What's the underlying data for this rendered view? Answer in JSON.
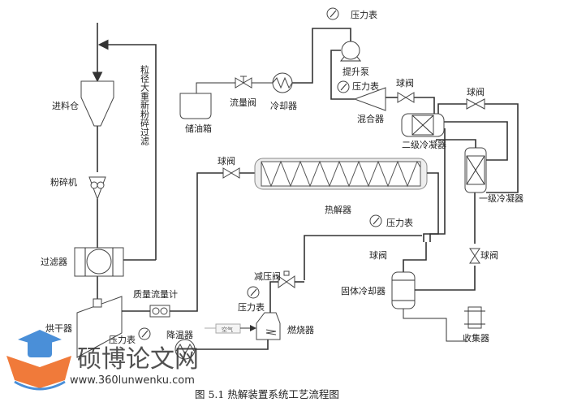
{
  "labels": {
    "feed_bin": "进料仓",
    "crusher": "粉碎机",
    "filter": "过滤器",
    "dryer": "烘干器",
    "regrind": "粒径大重新粉碎过滤",
    "mass_flow": "质量流量计",
    "ball_valve": "球阀",
    "reactor": "热解器",
    "oil_tank": "储油箱",
    "flow_valve": "流量阀",
    "cooler": "冷却器",
    "pressure_gauge": "压力表",
    "pump": "提升泵",
    "mixer": "混合器",
    "secondary_condenser": "二级冷凝器",
    "primary_condenser": "一级冷凝器",
    "solid_cooler": "固体冷却器",
    "collector": "收集器",
    "relief_valve": "减压阀",
    "burner": "燃烧器",
    "air": "空气",
    "desuperheater": "降温器"
  },
  "caption": "图 5.1  热解装置系统工艺流程图",
  "watermark": {
    "title": "硕博论文网",
    "url": "www.360lunwenku.com"
  },
  "colors": {
    "logo_blue": "#4a8fd8",
    "logo_orange": "#f07a3a"
  }
}
